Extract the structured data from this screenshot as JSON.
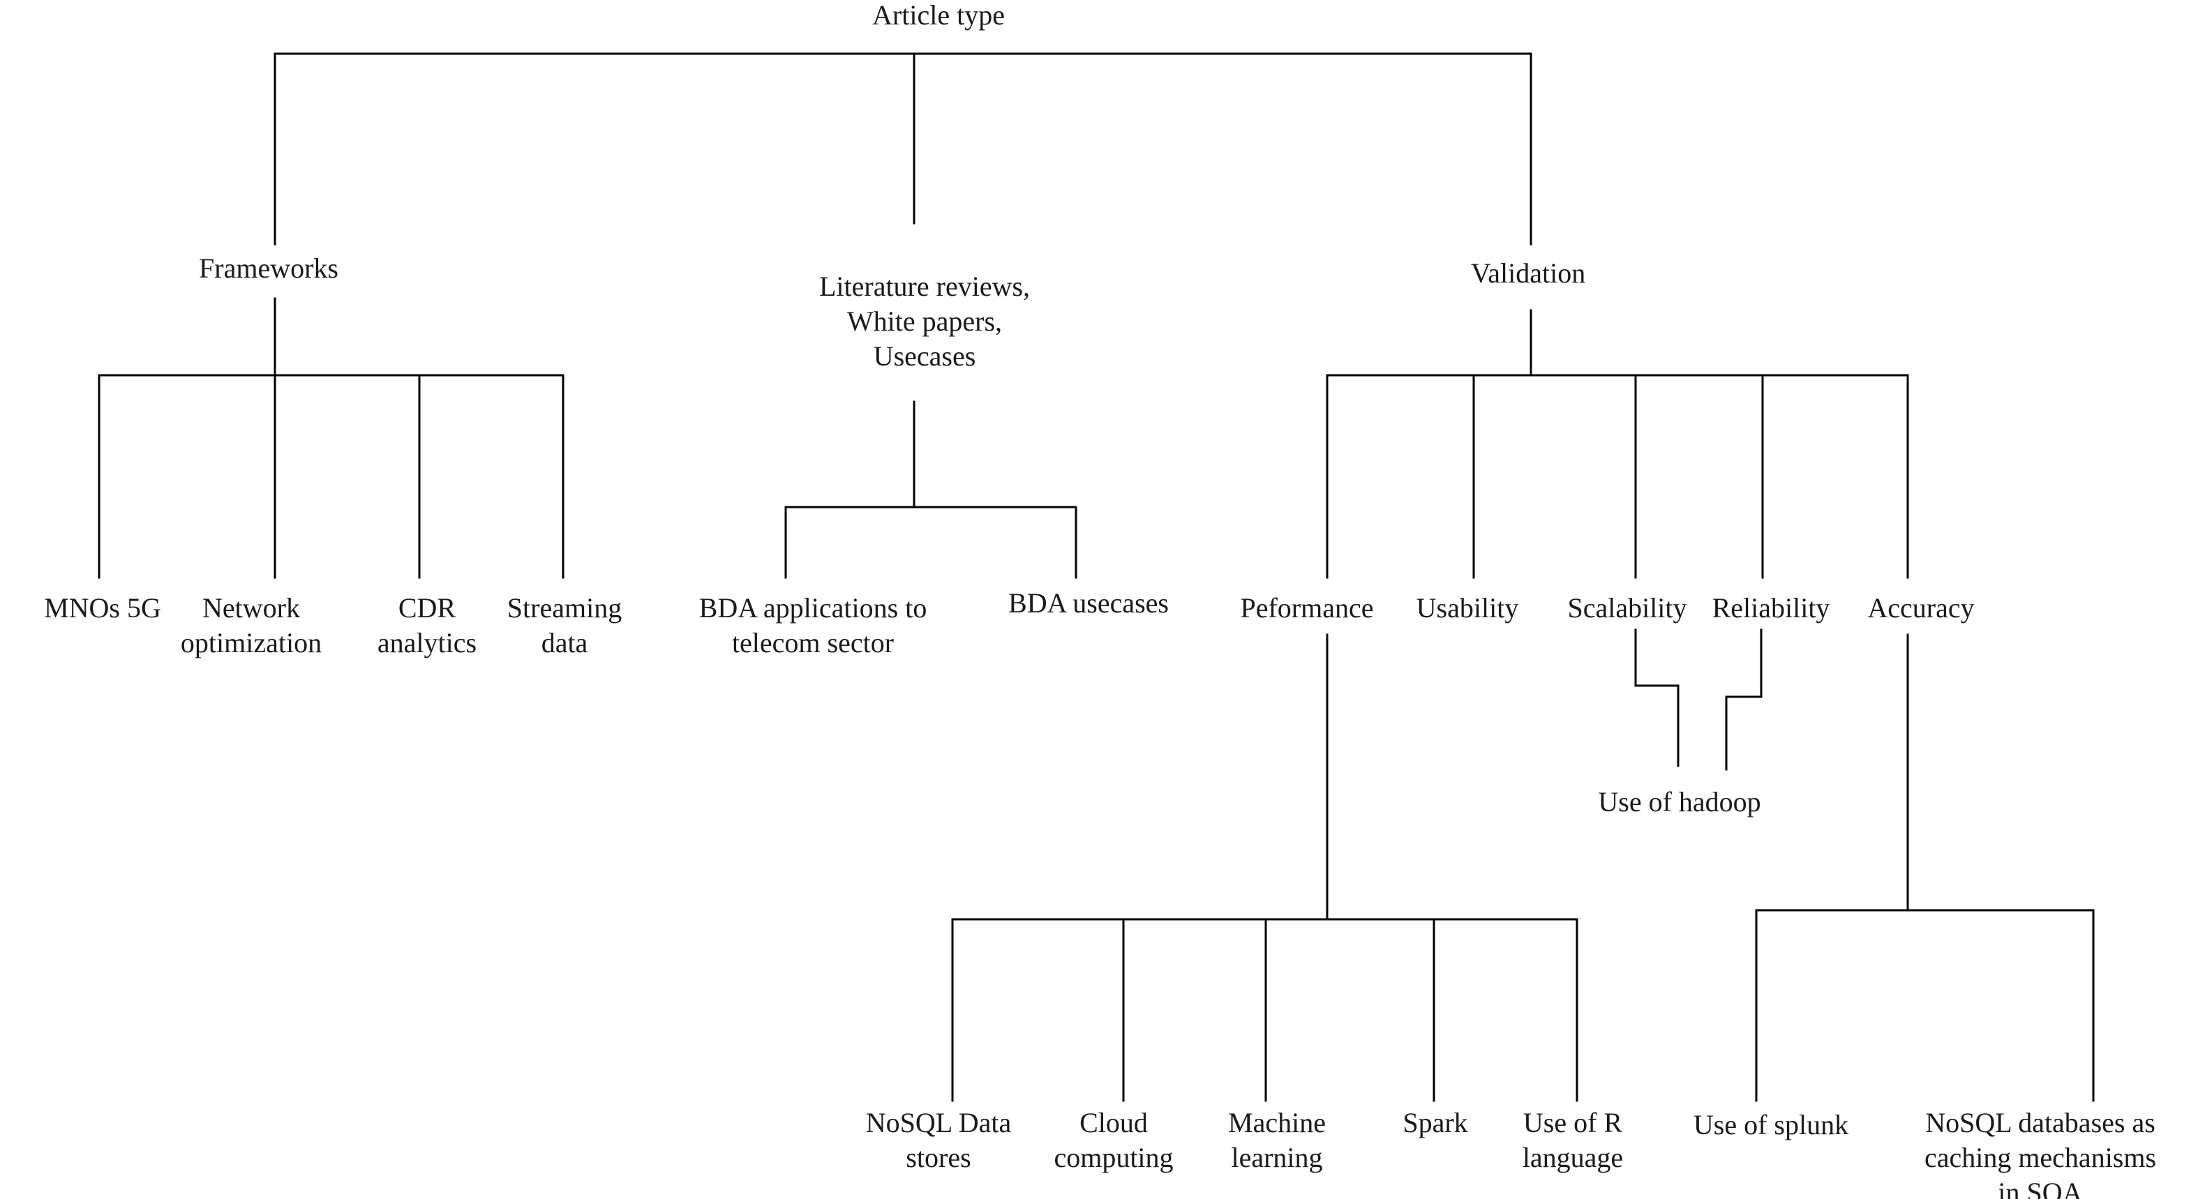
{
  "root": {
    "label": [
      "Article type"
    ]
  },
  "frameworks": {
    "label": [
      "Frameworks"
    ],
    "children": [
      {
        "label": [
          "MNOs 5G"
        ]
      },
      {
        "label": [
          "Network",
          "optimization"
        ]
      },
      {
        "label": [
          "CDR",
          "analytics"
        ]
      },
      {
        "label": [
          "Streaming",
          "data"
        ]
      }
    ]
  },
  "literature": {
    "label": [
      "Literature reviews,",
      "White papers,",
      "Usecases"
    ],
    "children": [
      {
        "label": [
          "BDA applications to",
          "telecom sector"
        ]
      },
      {
        "label": [
          "BDA usecases"
        ]
      }
    ]
  },
  "validation": {
    "label": [
      "Validation"
    ],
    "children": [
      {
        "label": [
          "Peformance"
        ]
      },
      {
        "label": [
          "Usability"
        ]
      },
      {
        "label": [
          "Scalability"
        ]
      },
      {
        "label": [
          "Reliability"
        ]
      },
      {
        "label": [
          "Accuracy"
        ]
      }
    ]
  },
  "performance_children": [
    {
      "label": [
        "NoSQL Data",
        "stores"
      ]
    },
    {
      "label": [
        "Cloud",
        "computing"
      ]
    },
    {
      "label": [
        "Machine",
        "learning"
      ]
    },
    {
      "label": [
        "Spark"
      ]
    },
    {
      "label": [
        "Use of R",
        "language"
      ]
    }
  ],
  "hadoop": {
    "label": [
      "Use of hadoop"
    ]
  },
  "accuracy_children": [
    {
      "label": [
        "Use of splunk"
      ]
    },
    {
      "label": [
        "NoSQL databases as",
        "caching mechanisms",
        "in SOA"
      ]
    }
  ]
}
